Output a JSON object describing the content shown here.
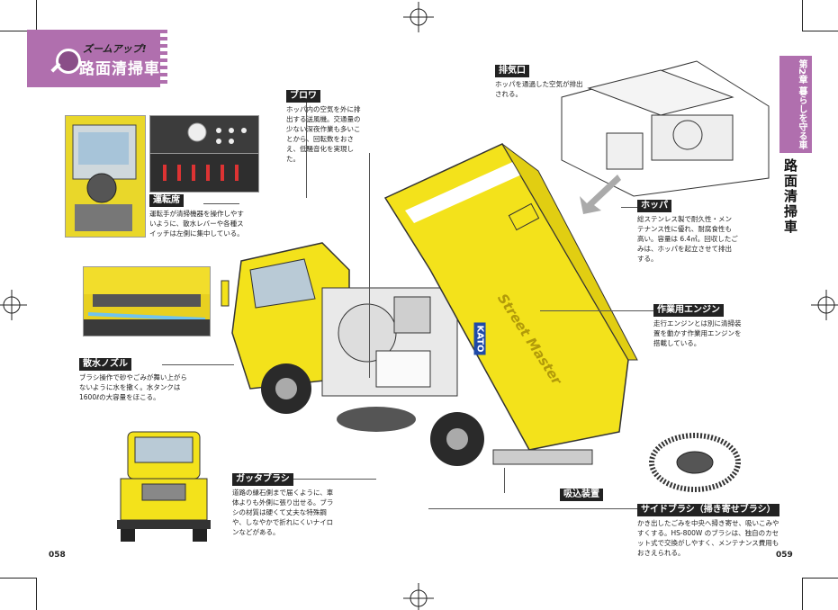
{
  "header": {
    "zoom_tag": "ズームアップ!",
    "title": "路面清掃車"
  },
  "side": {
    "chapter": "第2章 暮らしを守る車",
    "title": "路面清掃車"
  },
  "callouts": {
    "exhaust": {
      "label": "排気口",
      "text": "ホッパを通過した空気が排出される。"
    },
    "blower": {
      "label": "ブロワ",
      "text": "ホッパ内の空気を外に排出する送風機。交通量の少ない深夜作業も多いことから、回転数をおさえ、低騒音化を実現した。"
    },
    "cab": {
      "label": "運転席",
      "text": "運転手が清掃機器を操作しやすいように、散水レバーや各種スイッチは左側に集中している。"
    },
    "hopper": {
      "label": "ホッパ",
      "text": "総ステンレス製で耐久性・メンテナンス性に優れ、耐腐食性も高い。容量は 6.4㎥。回収したごみは、ホッパを起立させて排出する。"
    },
    "engine": {
      "label": "作業用エンジン",
      "text": "走行エンジンとは別に清掃装置を動かす作業用エンジンを搭載している。"
    },
    "nozzle": {
      "label": "散水ノズル",
      "text": "ブラシ操作で砂やごみが舞い上がらないように水を撒く。水タンクは 1600ℓの大容量をほこる。"
    },
    "gutter": {
      "label": "ガッタブラシ",
      "text": "道路の縁石側まで届くように、車体よりも外側に張り出せる。ブラシの材質は硬くて丈夫な特殊鋼や、しなやかで折れにくいナイロンなどがある。"
    },
    "suction": {
      "label": "吸込装置"
    },
    "side_brush": {
      "label": "サイドブラシ（掃き寄せブラシ）",
      "text": "かき出したごみを中央へ掃き寄せ、吸いこみやすくする。HS-800W のブラシは、独自のカセット式で交換がしやすく、メンテナンス費用もおさえられる。"
    }
  },
  "truck": {
    "brand_text": "Street Master",
    "maker_text": "KATO",
    "body_color": "#f3e21b"
  },
  "pages": {
    "left": "058",
    "right": "059"
  },
  "colors": {
    "accent": "#b06fae",
    "truck_yellow": "#f3e21b"
  }
}
